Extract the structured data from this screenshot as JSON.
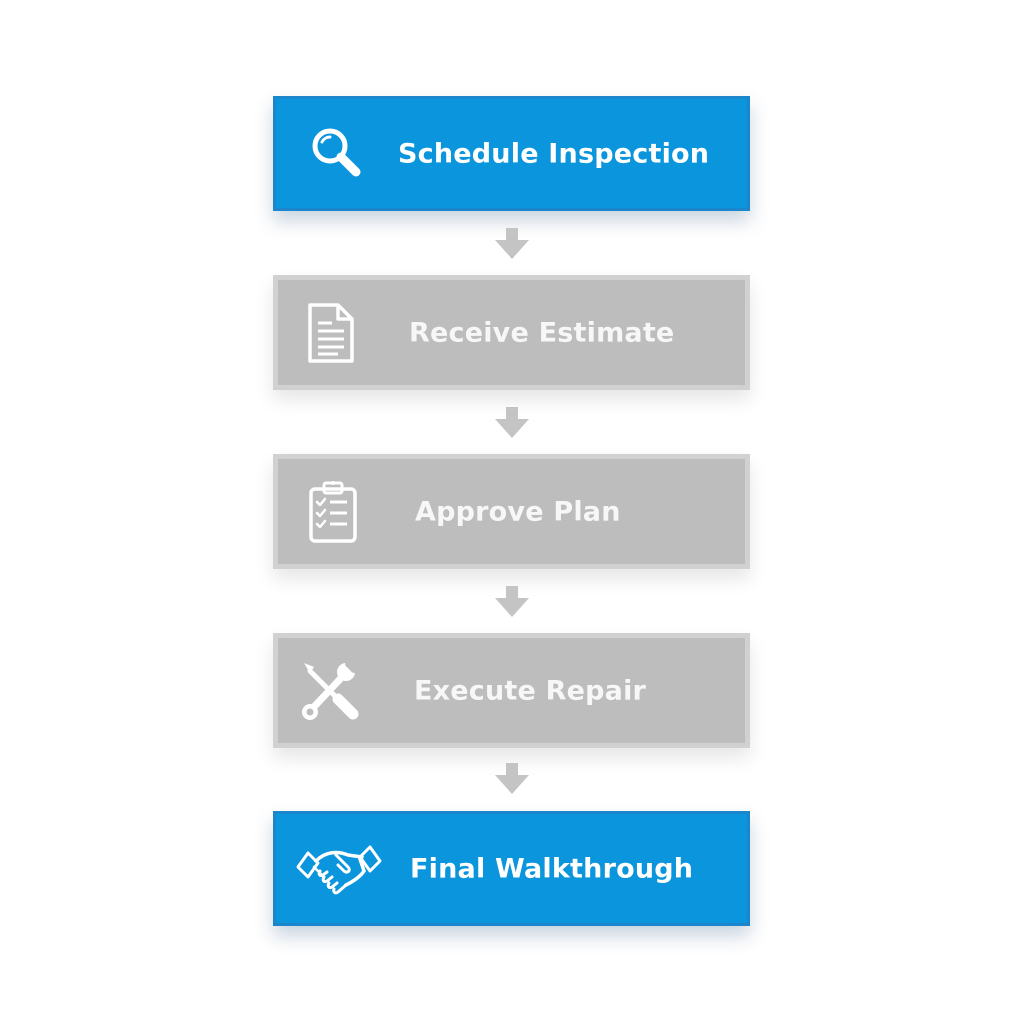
{
  "flow": {
    "steps": [
      {
        "label": "Schedule Inspection",
        "icon": "magnifier-icon",
        "state": "active"
      },
      {
        "label": "Receive Estimate",
        "icon": "document-icon",
        "state": "inactive"
      },
      {
        "label": "Approve Plan",
        "icon": "clipboard-checklist-icon",
        "state": "inactive"
      },
      {
        "label": "Execute Repair",
        "icon": "wrench-screwdriver-icon",
        "state": "inactive"
      },
      {
        "label": "Final Walkthrough",
        "icon": "handshake-icon",
        "state": "active"
      }
    ],
    "connector_icon": "down-arrow-icon"
  },
  "colors": {
    "active_fill": "#0a95dd",
    "inactive_fill": "#bdbdbd",
    "arrow": "#c4c4c4",
    "text": "#ffffff"
  }
}
